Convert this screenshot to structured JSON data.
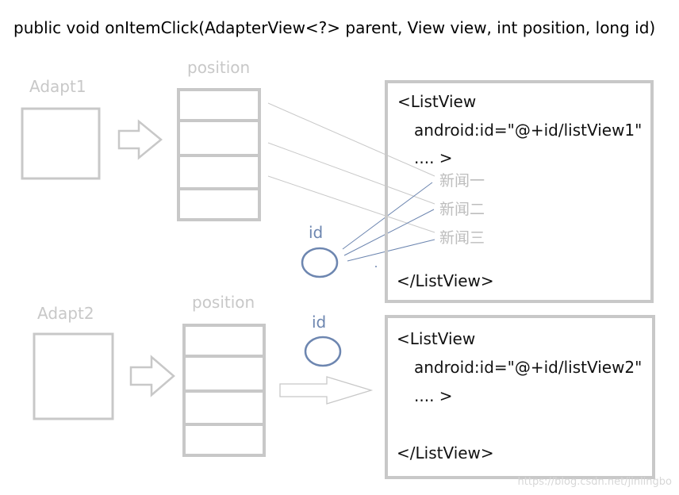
{
  "title": "public void onItemClick(AdapterView<?> parent, View view, int position, long id)",
  "adapter1": {
    "label": "Adapt1",
    "position_label": "position",
    "id_label": "id"
  },
  "adapter2": {
    "label": "Adapt2",
    "position_label": "position",
    "id_label": "id"
  },
  "listview1": {
    "open_tag": "<ListView",
    "id_attr": "android:id=\"@+id/listView1\"",
    "ellipsis": ".... >",
    "items": [
      "新闻一",
      "新闻二",
      "新闻三"
    ],
    "close_tag": "</ListView>"
  },
  "listview2": {
    "open_tag": "<ListView",
    "id_attr": "android:id=\"@+id/listView2\"",
    "ellipsis": ".... >",
    "close_tag": "</ListView>"
  },
  "watermark": "https://blog.csdn.net/jinlingbo",
  "colors": {
    "gray": "#c8c8c8",
    "blue": "#6d86b0"
  }
}
